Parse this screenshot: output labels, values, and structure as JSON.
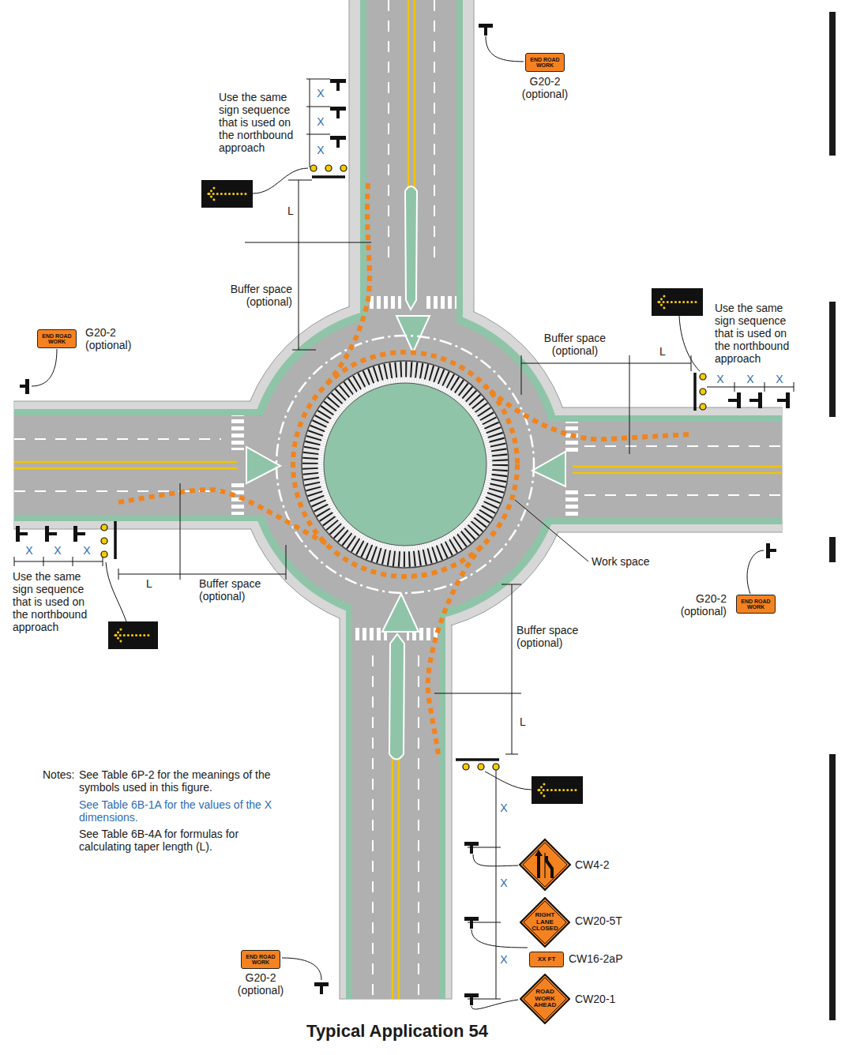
{
  "diagram": {
    "title": "Typical Application 54",
    "nodes": [
      {
        "text": [
          "END ROAD WORK"
        ]
      },
      {
        "text": [
          "END ROAD WORK"
        ]
      },
      {
        "text": [
          "END ROAD WORK"
        ]
      },
      {
        "text": [
          "RIGHT LANE CLOSED"
        ]
      },
      {
        "text": [
          "XX FT"
        ]
      },
      {
        "text": [
          "END ROAD WORK"
        ]
      },
      {
        "text": [
          "ROAD WORK AHEAD"
        ]
      }
    ],
    "labels": [
      "Use the same sign sequence that is used on the northbound approach",
      "X",
      "X",
      "X",
      "L",
      "Buffer space (optional)",
      "G20-2 (optional)",
      "G20-2 (optional)",
      "Buffer space (optional)",
      "L",
      "Use the same sign sequence that is used on the northbound approach",
      "X",
      "X",
      "X",
      "X",
      "X",
      "X",
      "Use the same sign sequence that is used on the northbound approach",
      "L",
      "Buffer space (optional)",
      "Work space",
      "G20-2 (optional)",
      "Buffer space (optional)",
      "L",
      "X",
      "CW4-2",
      "X",
      "CW20-5T",
      "CW16-2aP",
      "X",
      "CW20-1",
      "Notes:",
      "See Table 6P-2 for the meanings of the symbols used in this figure.",
      "See Table 6B-1A for the values of the X dimensions.",
      "See Table 6B-4A for formulas for calculating taper length (L).",
      "G20-2 (optional)"
    ]
  }
}
